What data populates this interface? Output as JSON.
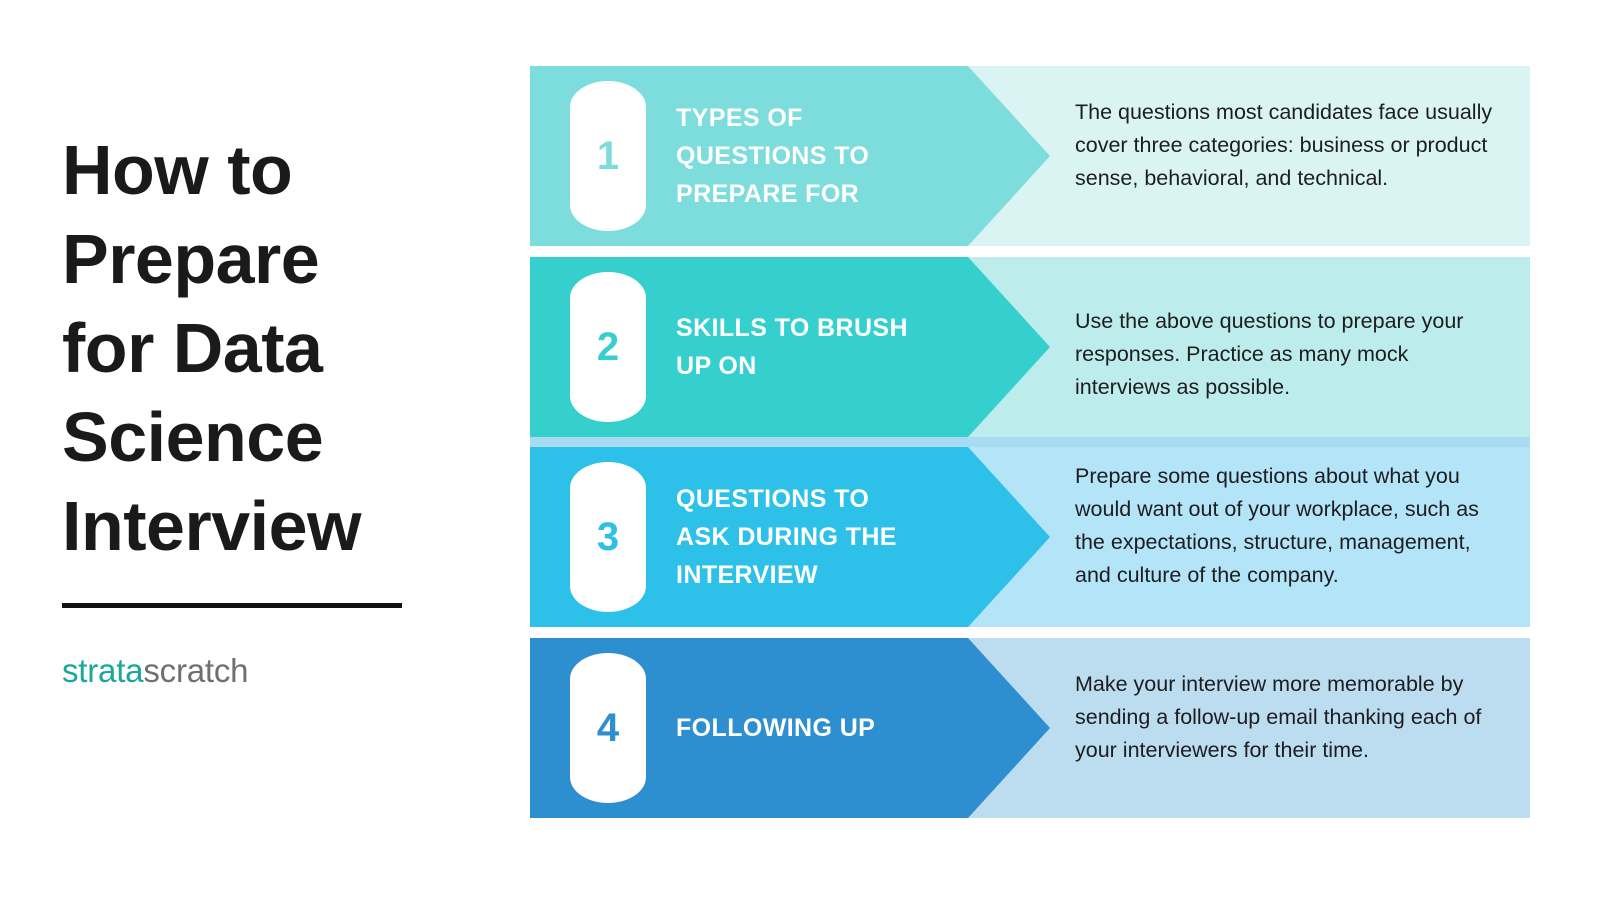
{
  "title": {
    "text": "How to Prepare\nfor Data Science\nInterview"
  },
  "brand": {
    "part_one": "strata",
    "part_two": "scratch",
    "color_one": "#19a79b",
    "color_two": "#6e7072"
  },
  "steps": [
    {
      "number": "1",
      "title": "TYPES OF QUESTIONS TO PREPARE FOR",
      "title_wrapped": "TYPES OF\nQUESTIONS TO\nPREPARE FOR",
      "description": "The questions most candidates face usually cover three categories: business or product sense, behavioral, and technical.",
      "arrow_color": "#7DDCDC",
      "band_color": "#DAF4F4",
      "number_color": "#7DDCDC"
    },
    {
      "number": "2",
      "title": "SKILLS TO BRUSH UP ON",
      "title_wrapped": "SKILLS TO BRUSH\nUP ON",
      "description": "Use the above questions to prepare your responses. Practice as many mock interviews as possible.",
      "arrow_color": "#35D0CE",
      "band_color": "#BDECEC",
      "number_color": "#35D0CE"
    },
    {
      "number": "3",
      "title": "QUESTIONS TO ASK DURING THE INTERVIEW",
      "title_wrapped": "QUESTIONS TO\nASK DURING THE\nINTERVIEW",
      "description": "Prepare some questions about what you would want out of your workplace, such as the expectations, structure, management, and culture of the company.",
      "arrow_color": "#2DC0E8",
      "band_color": "#B3E4F7",
      "number_color": "#2DC0E8"
    },
    {
      "number": "4",
      "title": "FOLLOWING UP",
      "title_wrapped": "FOLLOWING UP",
      "description": "Make your interview more memorable by sending a follow-up email thanking each of your interviewers for their time.",
      "arrow_color": "#2E8FD0",
      "band_color": "#BCDCF0",
      "number_color": "#2E8FD0"
    }
  ],
  "connector": {
    "color": "#A9DCF2"
  }
}
